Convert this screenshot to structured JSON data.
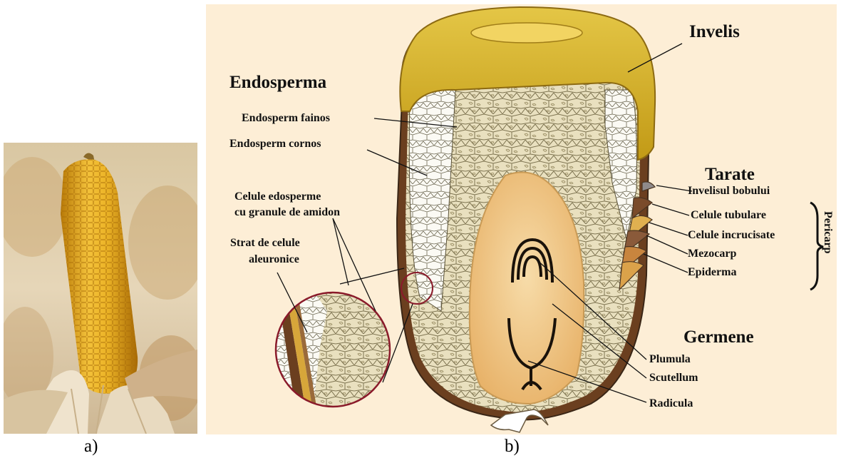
{
  "captions": {
    "a": "a)",
    "b": "b)"
  },
  "labels": {
    "invelis": "Invelis",
    "endosperma": "Endosperma",
    "endosperm_fainos": "Endosperm fainos",
    "endosperm_cornos": "Endosperm cornos",
    "celule_line1": "Celule edosperme",
    "celule_line2": "cu granule de amidon",
    "strat_line1": "Strat de celule",
    "strat_line2": "aleuronice",
    "tarate": "Tarate",
    "invelisul_bobului": "Invelisul bobului",
    "celule_tubulare": "Celule tubulare",
    "celule_incrucisate": "Celule incrucisate",
    "mezocarp": "Mezocarp",
    "epiderma": "Epiderma",
    "pericarp": "Pericarp",
    "germene": "Germene",
    "plumula": "Plumula",
    "scutellum": "Scutellum",
    "radicula": "Radicula"
  },
  "colors": {
    "diagram_background": "#fdeed6",
    "invelis_gold": "#d9b52a",
    "endosperm_fill": "#e9e0bf",
    "germ_fill": "#f1c98a",
    "outline": "#3a2616"
  }
}
